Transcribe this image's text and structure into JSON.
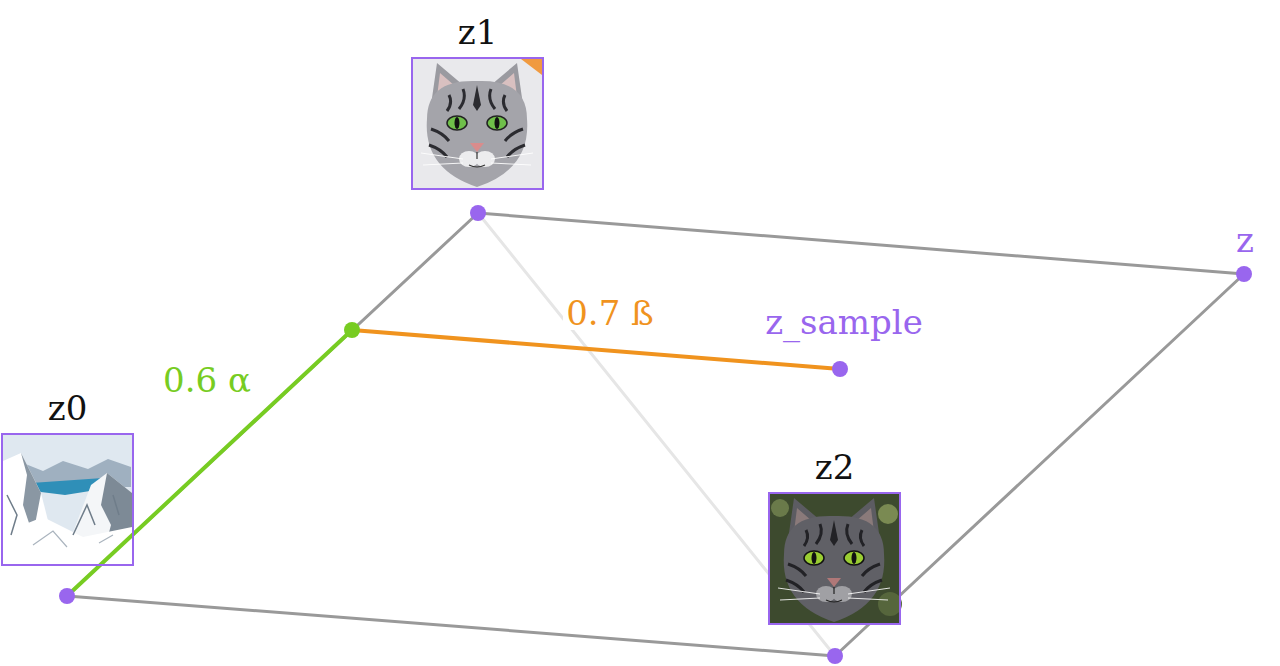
{
  "diagram": {
    "nodes": [
      {
        "text": [
          "z1"
        ]
      },
      {
        "text": [
          "z0"
        ]
      },
      {
        "text": [
          "z2"
        ]
      }
    ],
    "labels": [
      "z",
      "0.7 ß",
      "z_sample",
      "0.6 α"
    ]
  }
}
